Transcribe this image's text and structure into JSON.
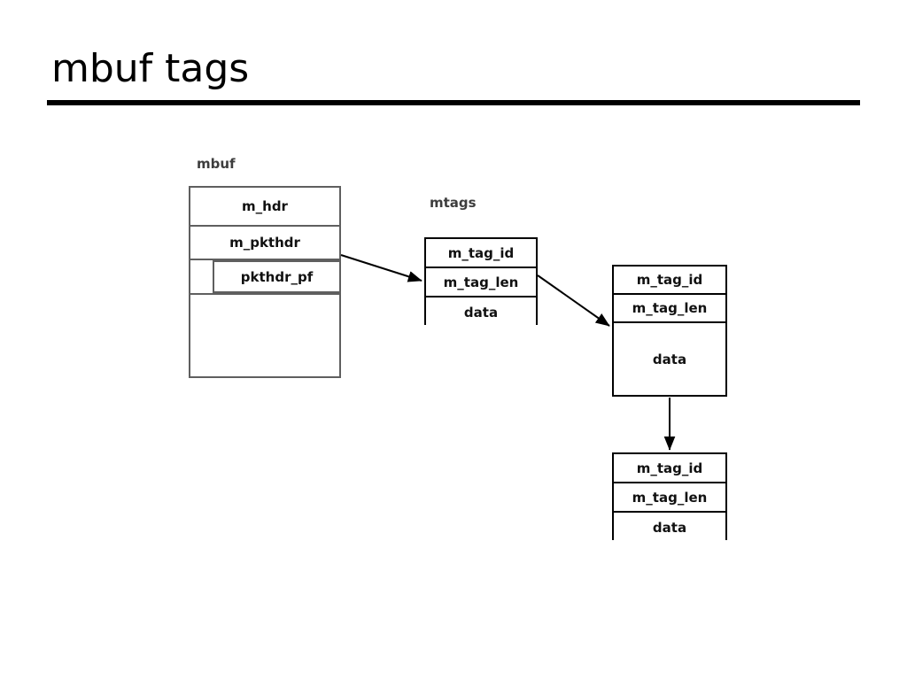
{
  "slide": {
    "title": "mbuf tags"
  },
  "diagram": {
    "captions": {
      "mbuf": "mbuf",
      "mtags": "mtags"
    },
    "mbuf_struct": {
      "rows": [
        {
          "label": "m_hdr"
        },
        {
          "label": "m_pkthdr"
        },
        {
          "label": "pkthdr_pf"
        },
        {
          "label": ""
        }
      ]
    },
    "mtag_boxes": [
      {
        "id": "tag-box-1",
        "rows": [
          {
            "label": "m_tag_id"
          },
          {
            "label": "m_tag_len"
          },
          {
            "label": "data"
          }
        ]
      },
      {
        "id": "tag-box-2",
        "rows": [
          {
            "label": "m_tag_id"
          },
          {
            "label": "m_tag_len"
          },
          {
            "label": "data"
          }
        ]
      },
      {
        "id": "tag-box-3",
        "rows": [
          {
            "label": "m_tag_id"
          },
          {
            "label": "m_tag_len"
          },
          {
            "label": "data"
          }
        ]
      }
    ],
    "arrows": [
      {
        "name": "arrow-mbuf-to-tag1",
        "from": "m_pkthdr",
        "to": "tag-box-1"
      },
      {
        "name": "arrow-tag1-to-tag2",
        "from": "tag-box-1",
        "to": "tag-box-2"
      },
      {
        "name": "arrow-tag2-to-tag3",
        "from": "tag-box-2",
        "to": "tag-box-3"
      }
    ]
  },
  "colors": {
    "rule": "#000000",
    "mbuf_border": "#5f5f5f",
    "tag_border": "#000000",
    "text": "#111111",
    "caption": "#3d3d3d",
    "background": "#ffffff"
  }
}
